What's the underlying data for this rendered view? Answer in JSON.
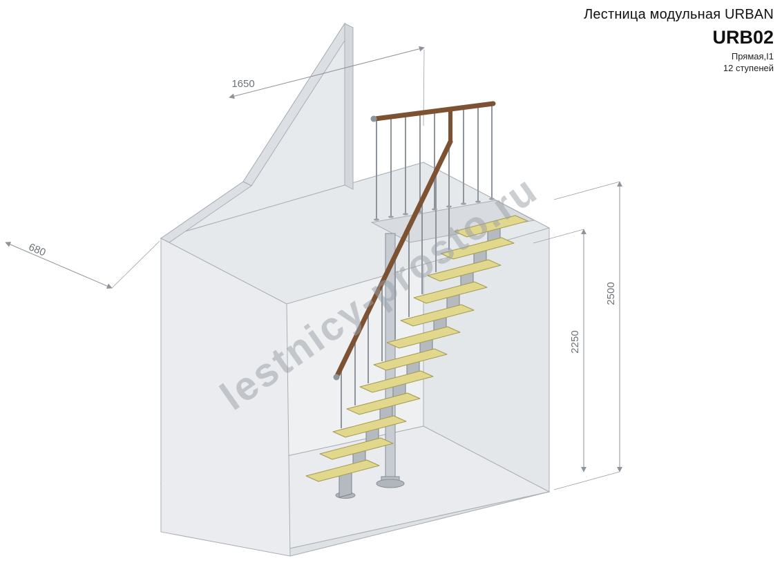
{
  "header": {
    "product_line": "Лестница модульная URBAN",
    "model": "URB02",
    "type": "Прямая,I1",
    "steps": "12 ступеней"
  },
  "dimensions": {
    "wall_top_width": "1650",
    "landing_overhang": "680",
    "floor_to_ceiling": "2250",
    "floor_to_floor": "2500"
  },
  "watermark": "lestnicy-prosto.ru",
  "scene": {
    "step_count": 12,
    "colors": {
      "tread": "#e2d88d",
      "handrail": "#7d5233",
      "metal": "#b7bdc3",
      "wall": "#eaecef",
      "outline": "#a8aeb4",
      "dimension_line": "#8d939a",
      "dimension_text": "#6d7278"
    }
  }
}
